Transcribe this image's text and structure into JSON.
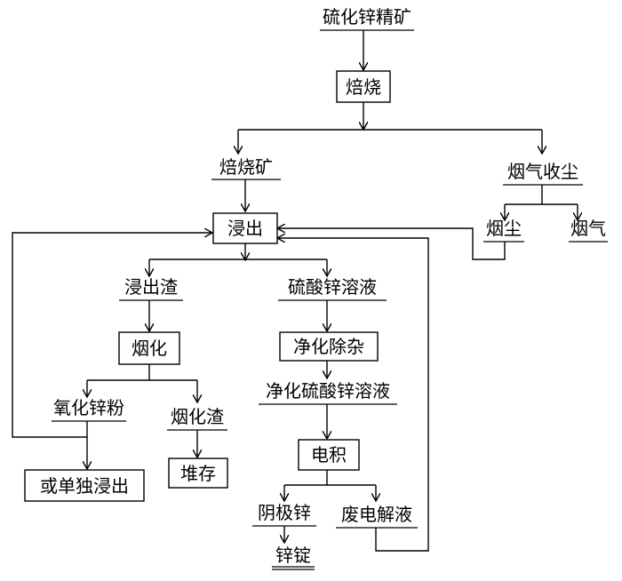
{
  "nodes": {
    "zinc_sulfide_concentrate": "硫化锌精矿",
    "roasting": "焙烧",
    "calcine": "焙烧矿",
    "flue_gas_dust_collection": "烟气收尘",
    "leaching": "浸出",
    "smoke_dust": "烟尘",
    "flue_gas": "烟气",
    "leach_residue": "浸出渣",
    "zinc_sulfate_solution": "硫酸锌溶液",
    "fuming": "烟化",
    "purification": "净化除杂",
    "zinc_oxide_powder": "氧化锌粉",
    "fuming_slag": "烟化渣",
    "purified_zinc_sulfate_solution": "净化硫酸锌溶液",
    "separate_leaching": "或单独浸出",
    "stockpile": "堆存",
    "electrowinning": "电积",
    "cathode_zinc": "阴极锌",
    "spent_electrolyte": "废电解液",
    "zinc_ingot": "锌锭"
  }
}
